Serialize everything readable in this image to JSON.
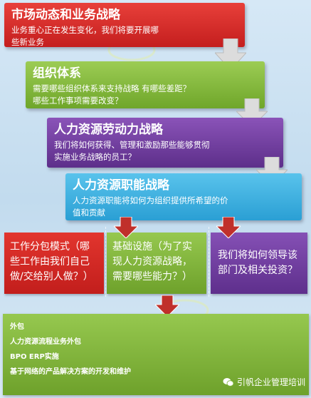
{
  "boxes": [
    {
      "title": "市场动态和业务战略",
      "body": [
        "业务重心正在发生变化，我们将要开展哪",
        "些新业务"
      ]
    },
    {
      "title": "组织体系",
      "body": [
        "需要哪些组织体系来支持战略 有哪些差距？",
        "哪些工作事项需要改变？"
      ]
    },
    {
      "title": "人力资源劳动力战略",
      "body": [
        "我们将如何获得、管理和激励那些能够贯彻",
        "实施业务战略的员工？"
      ]
    },
    {
      "title": "人力资源职能战略",
      "body": [
        "人力资源职能将如何为组织提供所希望的价",
        "值和贡献"
      ]
    }
  ],
  "cells": [
    [
      "工作分包模式（哪",
      "些工作由我们自己",
      "做/交给别人做？）"
    ],
    [
      "基础设施（为了实",
      "现人力资源战略，",
      "需要哪些能力？）"
    ],
    [
      "我们将如何领导该",
      "部门及相关投资？"
    ]
  ],
  "bottom_items": [
    "外包",
    "人力资源流程业务外包",
    "BPO  ERP实施",
    "基于网络的产品解决方案的开发和维护"
  ],
  "watermark": "引帆企业管理培训",
  "colors": {
    "red": "#c41e1e",
    "green": "#6fa62a",
    "purple": "#5d2f8a",
    "blue": "#2a9fd4",
    "arrow_gray": "#d9d9d9",
    "arrow_red": "#c0302b"
  },
  "icons": [
    "chevron-down-arrow-icon",
    "wechat-icon",
    "logo-mark"
  ]
}
